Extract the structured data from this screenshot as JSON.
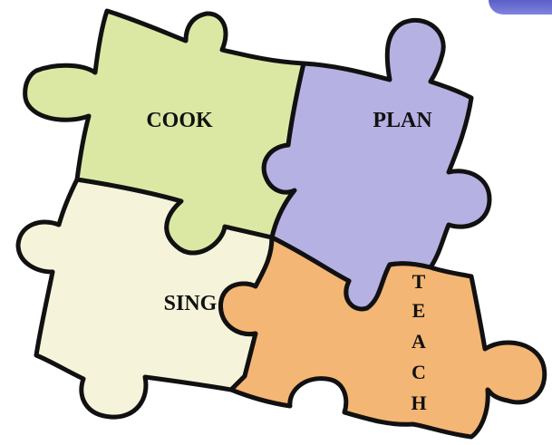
{
  "pieces": {
    "cook": {
      "label": "COOK",
      "color": "#dbe8a4"
    },
    "plan": {
      "label": "PLAN",
      "color": "#b5b1e3"
    },
    "sing": {
      "label": "SING",
      "color": "#f5f3da"
    },
    "teach": {
      "label": "TEACH",
      "color": "#f4b674",
      "letters": [
        "T",
        "E",
        "A",
        "C",
        "H"
      ]
    }
  },
  "colors": {
    "outline": "#111111",
    "corner_accent": "#5b5fc8"
  }
}
